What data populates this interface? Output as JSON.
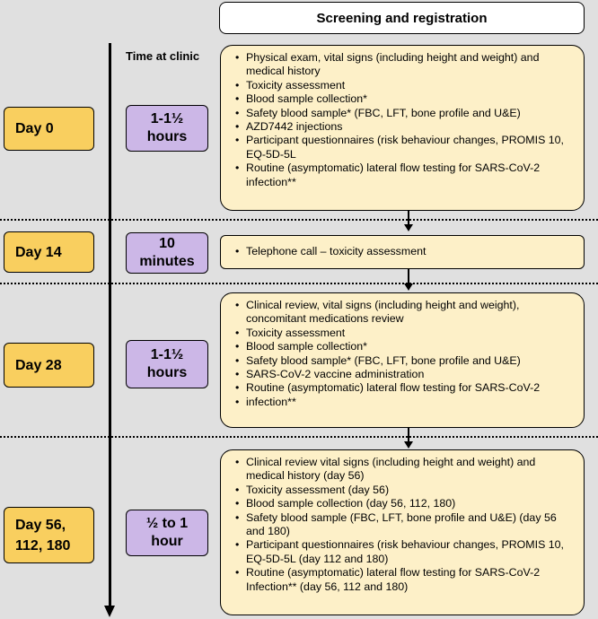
{
  "header": {
    "title": "Screening and registration"
  },
  "time_label": "Time at clinic",
  "stages": [
    {
      "day": "Day 0",
      "time": "1-1½\nhours",
      "items": [
        "Physical exam, vital signs (including height and weight) and medical history",
        "Toxicity assessment",
        "Blood sample collection*",
        "Safety blood sample* (FBC, LFT, bone profile and U&E)",
        "AZD7442 injections",
        "Participant questionnaires (risk behaviour changes, PROMIS 10, EQ-5D-5L",
        "Routine (asymptomatic) lateral flow testing for SARS-CoV-2 infection**"
      ]
    },
    {
      "day": "Day 14",
      "time": "10\nminutes",
      "items": [
        "Telephone call – toxicity assessment"
      ]
    },
    {
      "day": "Day 28",
      "time": "1-1½\nhours",
      "items": [
        "Clinical review, vital signs (including height and weight), concomitant medications review",
        "Toxicity assessment",
        "Blood sample collection*",
        "Safety blood sample* (FBC, LFT, bone profile and U&E)",
        "SARS-CoV-2 vaccine administration",
        "Routine (asymptomatic) lateral flow testing for SARS-CoV-2",
        "infection**"
      ]
    },
    {
      "day": "Day 56,\n112, 180",
      "time": "½ to 1\nhour",
      "items": [
        "Clinical review  vital signs (including height and weight) and medical history (day 56)",
        "Toxicity assessment (day 56)",
        "Blood sample collection (day 56, 112, 180)",
        "Safety blood sample (FBC, LFT, bone profile and U&E) (day 56 and 180)",
        "Participant questionnaires (risk behaviour changes, PROMIS 10, EQ-5D-5L (day 112 and 180)",
        "Routine (asymptomatic) lateral flow testing for SARS-CoV-2 Infection** (day 56, 112 and 180)"
      ]
    }
  ],
  "colors": {
    "day_box": "#f9cf5f",
    "time_box": "#ccb7e7",
    "info_box": "#fdf0c8",
    "background": "#e0e0e0"
  }
}
